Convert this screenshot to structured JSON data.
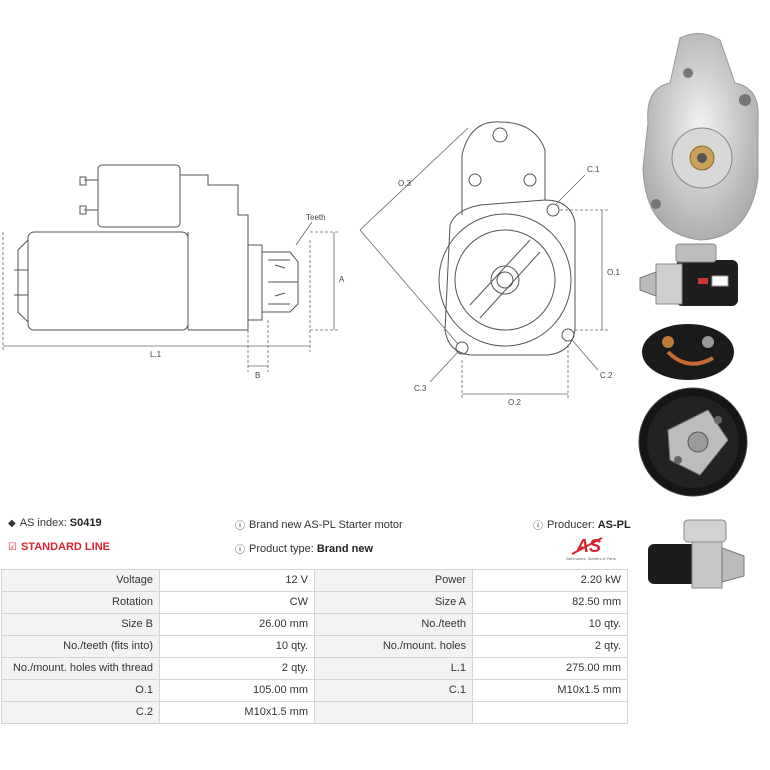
{
  "drawing_labels": {
    "teeth": "Teeth",
    "a": "A",
    "l1": "L.1",
    "b": "B",
    "o3": "O.3",
    "c1": "C.1",
    "o1": "O.1",
    "c3": "C.3",
    "c2": "C.2",
    "o2": "O.2"
  },
  "info": {
    "as_index_label": "AS index:",
    "as_index_value": "S0419",
    "standard_line": "STANDARD LINE",
    "brand_new_text": "Brand new AS-PL Starter motor",
    "product_type_label": "Product type:",
    "product_type_value": "Brand new",
    "producer_label": "Producer:",
    "producer_value": "AS-PL"
  },
  "logo": {
    "mark": "AS",
    "tagline": "Alternators, Starters & Parts",
    "color": "#d6252e"
  },
  "icons": {
    "tag": "tag-icon",
    "check": "checkbox-icon",
    "info": "info-icon"
  },
  "specs": [
    [
      {
        "label": "Voltage",
        "value": "12 V"
      },
      {
        "label": "Power",
        "value": "2.20 kW"
      }
    ],
    [
      {
        "label": "Rotation",
        "value": "CW"
      },
      {
        "label": "Size A",
        "value": "82.50 mm"
      }
    ],
    [
      {
        "label": "Size B",
        "value": "26.00 mm"
      },
      {
        "label": "No./teeth",
        "value": "10 qty."
      }
    ],
    [
      {
        "label": "No./teeth (fits into)",
        "value": "10 qty."
      },
      {
        "label": "No./mount. holes",
        "value": "2 qty."
      }
    ],
    [
      {
        "label": "No./mount. holes with thread",
        "value": "2 qty."
      },
      {
        "label": "L.1",
        "value": "275.00 mm"
      }
    ],
    [
      {
        "label": "O.1",
        "value": "105.00 mm"
      },
      {
        "label": "C.1",
        "value": "M10x1.5 mm"
      }
    ],
    [
      {
        "label": "C.2",
        "value": "M10x1.5 mm"
      },
      {
        "label": "",
        "value": ""
      }
    ]
  ]
}
